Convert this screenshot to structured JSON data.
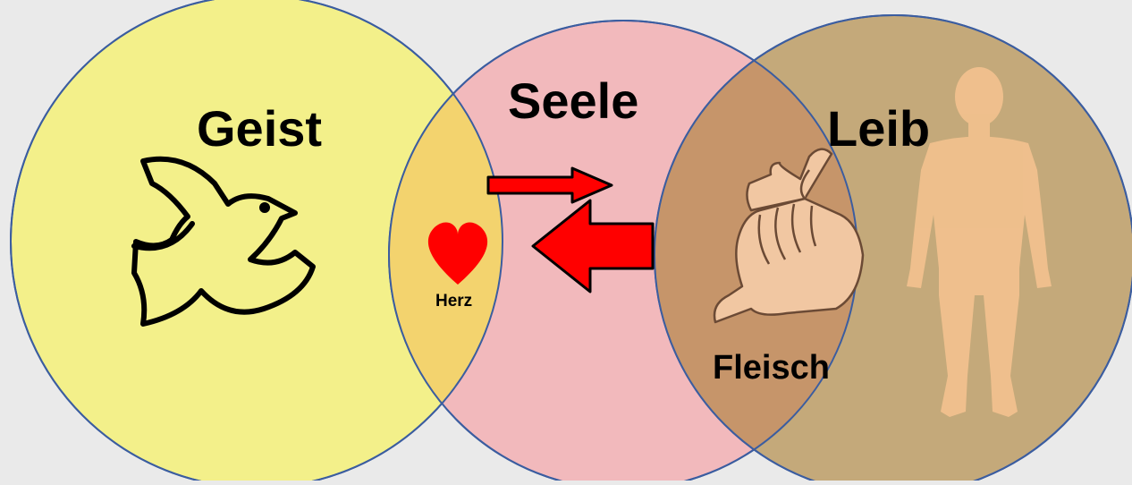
{
  "labels": {
    "geist": "Geist",
    "seele": "Seele",
    "leib": "Leib",
    "herz": "Herz",
    "fleisch": "Fleisch"
  },
  "colors": {
    "background": "#eaeaea",
    "geist_circle": "#f3f08a",
    "seele_circle": "#f2b9bc",
    "leib_circle": "#c4a97a",
    "herz_overlap": "#f3d36e",
    "fleisch_overlap": "#c6956a",
    "circle_stroke": "#3b5da0",
    "arrow_fill": "#ff0000",
    "arrow_stroke": "#000000",
    "heart": "#ff0000",
    "body_silhouette": "#f2c18e",
    "skin": "#f1c7a2"
  },
  "icons": {
    "geist": "dove-icon",
    "herz": "heart-icon",
    "fleisch": "finger-heart-hand-icon",
    "leib": "human-body-silhouette-icon"
  }
}
